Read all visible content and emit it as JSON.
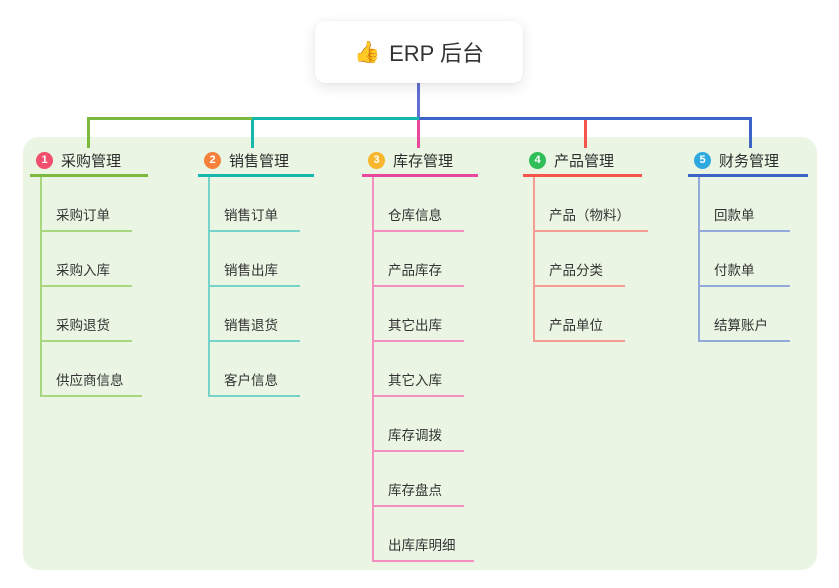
{
  "root": {
    "icon": "👍",
    "title": "ERP 后台",
    "stem_color": "#5F6FD2"
  },
  "panel": {
    "background": "#EAF5E3"
  },
  "branches": [
    {
      "index": "1",
      "title": "采购管理",
      "badge_color": "#F0506E",
      "line_color": "#7CB93E",
      "child_line_color": "#A9D77F",
      "children": [
        "采购订单",
        "采购入库",
        "采购退货",
        "供应商信息"
      ]
    },
    {
      "index": "2",
      "title": "销售管理",
      "badge_color": "#F5813B",
      "line_color": "#15B8AC",
      "child_line_color": "#77D2C9",
      "children": [
        "销售订单",
        "销售出库",
        "销售退货",
        "客户信息"
      ]
    },
    {
      "index": "3",
      "title": "库存管理",
      "badge_color": "#F8B62D",
      "line_color": "#E8489B",
      "child_line_color": "#F490C0",
      "children": [
        "仓库信息",
        "产品库存",
        "其它出库",
        "其它入库",
        "库存调拨",
        "库存盘点",
        "出库库明细"
      ]
    },
    {
      "index": "4",
      "title": "产品管理",
      "badge_color": "#30BE58",
      "line_color": "#F5554D",
      "child_line_color": "#F49B93",
      "children": [
        "产品（物料）",
        "产品分类",
        "产品单位"
      ]
    },
    {
      "index": "5",
      "title": "财务管理",
      "badge_color": "#2EA9E0",
      "line_color": "#3D63C6",
      "child_line_color": "#93A9DC",
      "children": [
        "回款单",
        "付款单",
        "结算账户"
      ]
    }
  ]
}
